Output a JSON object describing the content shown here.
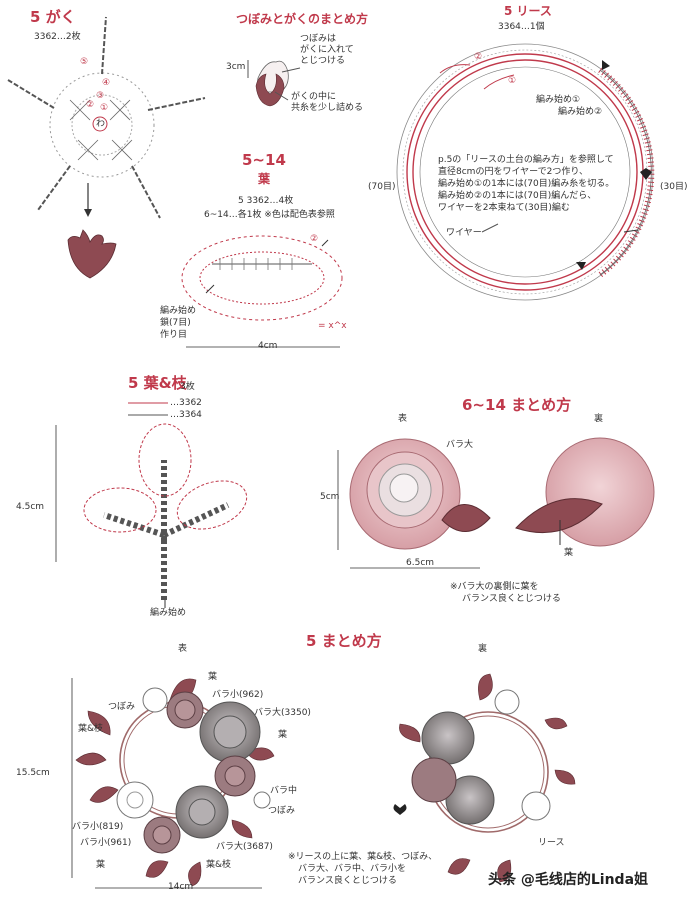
{
  "sections": {
    "calyx": {
      "title": "5 がく",
      "yarn": "3362…2枚",
      "center_label": "わ",
      "row_marks": [
        "①",
        "②",
        "③",
        "④",
        "⑤"
      ]
    },
    "bud_assembly": {
      "title": "つぼみとがくのまとめ方",
      "note1": "つぼみは",
      "note2": "がくに入れて",
      "note3": "とじつける",
      "size": "3cm",
      "note4": "がくの中に",
      "note5": "共糸を少し詰める"
    },
    "wreath": {
      "title": "5 リース",
      "yarn": "3364…1個",
      "round1": "①",
      "round2": "②",
      "start1": "編み始め①",
      "start2": "編み始め②",
      "inst1": "p.5の「リースの土台の編み方」を参照して",
      "inst2": "直径8cmの円をワイヤーで2つ作り、",
      "inst3": "編み始め①の1本には(70目)編み糸を切る。",
      "inst4": "編み始め②の1本には(70目)編んだら、",
      "inst5": "ワイヤーを2本束ねて(30目)編む",
      "left_count": "(70目)",
      "right_count": "(30目)",
      "wire": "ワイヤー"
    },
    "leaf": {
      "title": "5~14",
      "subtitle": "葉",
      "yarn1": "5 3362…4枚",
      "yarn2": "6~14…各1枚 ※色は配色表参照",
      "start": "編み始め",
      "chain1": "鎖(7目)",
      "chain2": "作り目",
      "size": "4cm",
      "mark2": "②",
      "legend": "= ⅹ^ⅹ"
    },
    "leaf_branch": {
      "title": "5 葉&枝",
      "count": "3枚",
      "legend1": "…3362",
      "legend2": "…3364",
      "height": "4.5cm",
      "start": "編み始め"
    },
    "assembly_6_14": {
      "title": "6~14 まとめ方",
      "front": "表",
      "back": "裏",
      "rose_large": "バラ大",
      "height": "5cm",
      "width": "6.5cm",
      "leaf": "葉",
      "note1": "※バラ大の裏側に葉を",
      "note2": "バランス良くとじつける"
    },
    "assembly_5": {
      "title": "5 まとめ方",
      "front": "表",
      "back": "裏",
      "labels": {
        "leaf_top": "葉",
        "rose_small_962": "バラ小(962)",
        "bud": "つぼみ",
        "rose_large_3350": "バラ大(3350)",
        "leaf_branch": "葉&枝",
        "leaf_right": "葉",
        "rose_medium": "バラ中",
        "bud2": "つぼみ",
        "rose_small_819": "バラ小(819)",
        "rose_small_961": "バラ小(961)",
        "rose_large_3687": "バラ大(3687)",
        "leaf_bottom": "葉",
        "leaf_branch2": "葉&枝",
        "wreath": "リース"
      },
      "height": "15.5cm",
      "width": "14cm",
      "note1": "※リースの上に葉、葉&枝、つぼみ、",
      "note2": "バラ大、バラ中、バラ小を",
      "note3": "バランス良くとじつける"
    },
    "watermark": "头条 @毛线店的Linda姐"
  },
  "colors": {
    "crochet_red": "#c0394b",
    "petal_pink": "#d9a3a9",
    "leaf_brown": "#8e4a52",
    "rose_gray": "#8a8686",
    "wreath_line": "#a06a6a"
  }
}
